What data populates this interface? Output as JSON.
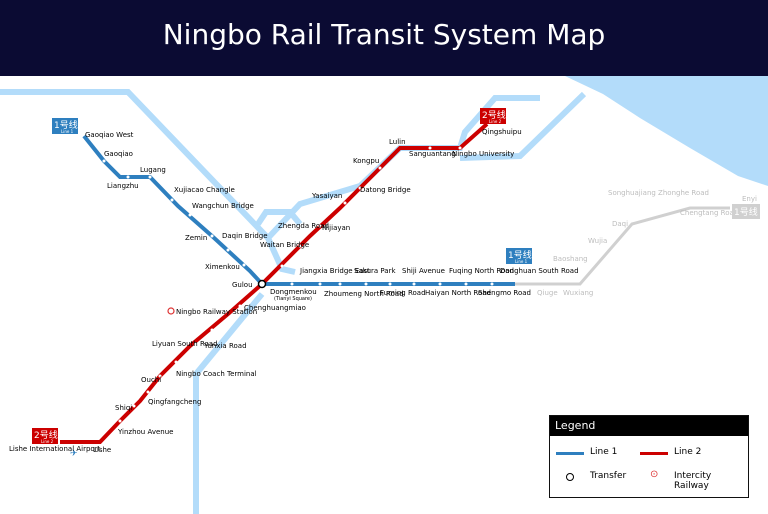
{
  "title": "Ningbo Rail Transit System Map",
  "colors": {
    "title_bar": "#0b0b33",
    "line1": "#2e7fbf",
    "line2": "#cc0000",
    "water": "#b3dcfa",
    "future": "#d0d0d0",
    "future_text": "#bdbdbd"
  },
  "badges": {
    "line1_main": "1号线",
    "line1_sub": "Line 1",
    "line2_main": "2号线",
    "line2_sub": "Line 2"
  },
  "stations": {
    "line1_west": [
      "Gaoqiao West",
      "Gaoqiao",
      "Liangzhu",
      "Lugang",
      "Xujiacao Changle",
      "Wangchun Bridge",
      "Zemin",
      "Daqin Bridge",
      "Ximenkou"
    ],
    "transfer": "Gulou",
    "line1_east": [
      "Dongmenkou",
      "(Tianyi Square)",
      "Jiangxia Bridge East",
      "Zhoumeng North Road",
      "Sakura Park",
      "Fuming Road",
      "Shiji Avenue",
      "Haiyan North Road",
      "Fuqing North Road",
      "Shengmo Road",
      "Donghuan South Road"
    ],
    "line2_north": [
      "Waitan Bridge",
      "Zhengda Road",
      "Nijiayan",
      "Yasaiyan",
      "Datong Bridge",
      "Kongpu",
      "Lulin",
      "Sanguantang",
      "Ningbo University",
      "Qingshuipu"
    ],
    "line2_south": [
      "Ningbo Railway Station",
      "Chenghuangmiao",
      "Liyuan South Road",
      "Yunxia Road",
      "Ningbo Coach Terminal",
      "Ouchi",
      "Qingfangcheng",
      "Shiqi",
      "Yinzhou Avenue",
      "Lishe",
      "Lishe International Airport"
    ],
    "future": [
      "Qiuge",
      "Wuxiang",
      "Baoshang",
      "Wujia",
      "Daqi",
      "Songhuajiang Zhonghe Road",
      "Chengtang Road",
      "Enyi"
    ]
  },
  "legend": {
    "title": "Legend",
    "line1": "Line 1",
    "line2": "Line 2",
    "transfer": "Transfer",
    "rail": "Intercity Railway"
  }
}
